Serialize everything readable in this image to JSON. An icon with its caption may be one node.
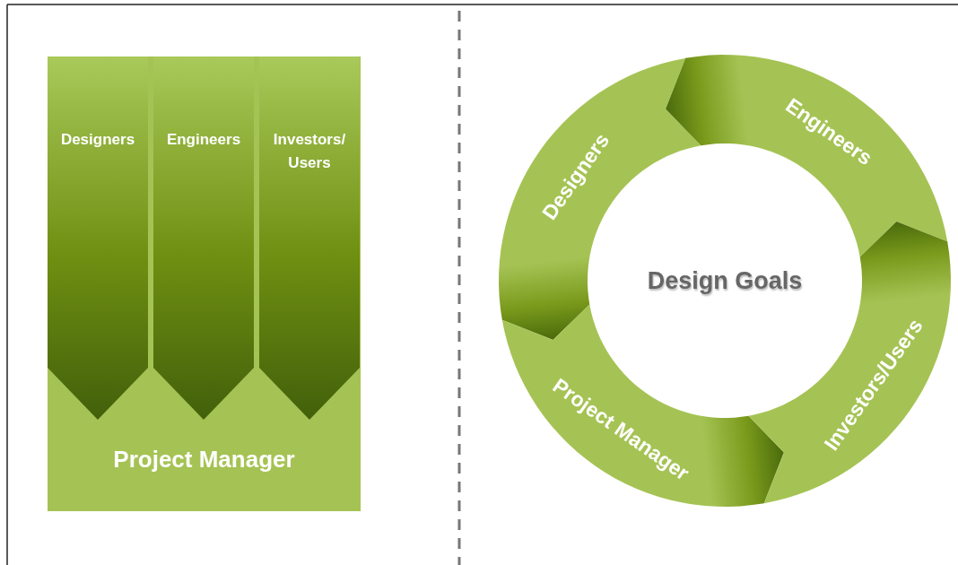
{
  "diagram": {
    "nodes": [
      {
        "text": [
          "Project Manager"
        ]
      },
      {
        "text": [
          "Designers"
        ],
        "in": 0
      },
      {
        "text": [
          "Engineers"
        ],
        "in": 0
      },
      {
        "text": [
          "Investors/ Users"
        ],
        "in": 0
      },
      {
        "text": [
          "Designers"
        ]
      },
      {
        "text": [
          "Engineers"
        ]
      },
      {
        "text": [
          "Design Goals"
        ]
      },
      {
        "text": [
          "Project Manager"
        ]
      },
      {
        "text": [
          "Investors/Users"
        ]
      }
    ]
  }
}
